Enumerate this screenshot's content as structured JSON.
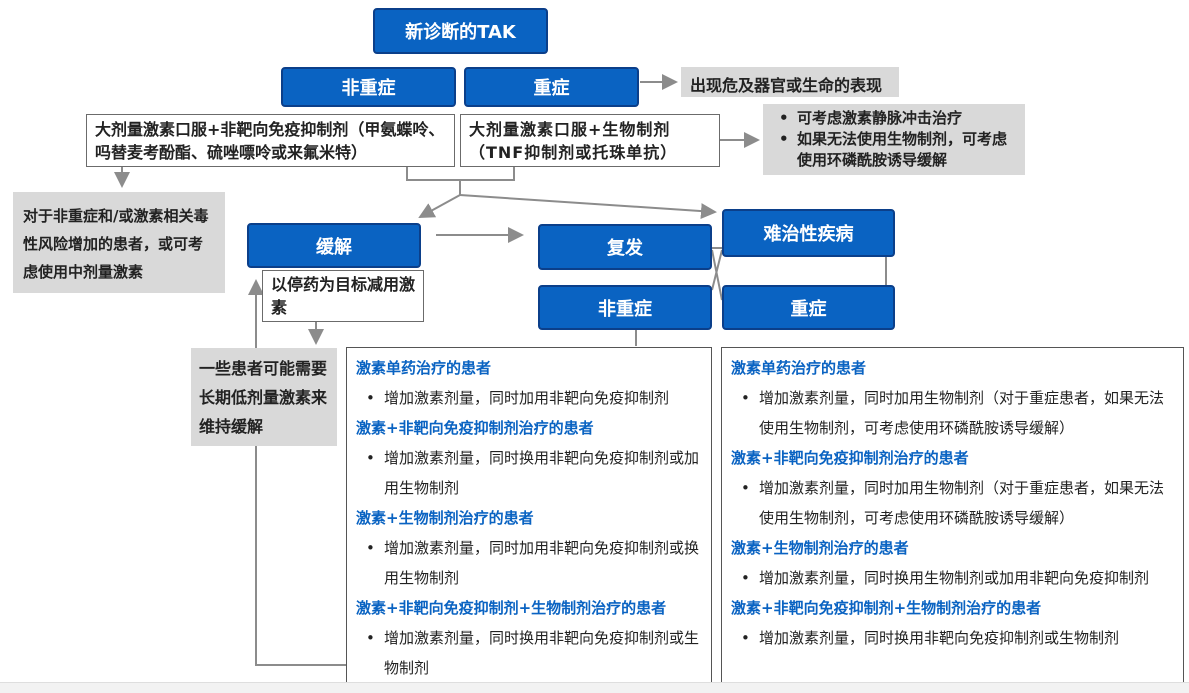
{
  "nodes": {
    "new_tak": "新诊断的TAK",
    "nonsevere": "非重症",
    "severe": "重症",
    "severe_note": "出现危及器官或生命的表现",
    "nonsevere_tx": "大剂量激素口服+非靶向免疫抑制剂（甲氨蝶呤、吗替麦考酚酯、硫唑嘌呤或来氟米特）",
    "severe_tx": "大剂量激素口服+生物制剂（TNF抑制剂或托珠单抗）",
    "severe_tx_notes": [
      "可考虑激素静脉冲击治疗",
      "如果无法使用生物制剂，可考虑使用环磷酰胺诱导缓解"
    ],
    "moderate_dose_note": "对于非重症和/或激素相关毒性风险增加的患者，或可考虑使用中剂量激素",
    "remission": "缓解",
    "taper_note": "以停药为目标减用激素",
    "relapse": "复发",
    "refractory": "难治性疾病",
    "relapse_nonsevere": "非重症",
    "relapse_severe": "重症",
    "long_term_note": "一些患者可能需要长期低剂量激素来维持缓解"
  },
  "left_panel": [
    {
      "heading": "激素单药治疗的患者",
      "bullet": "增加激素剂量，同时加用非靶向免疫抑制剂"
    },
    {
      "heading": "激素+非靶向免疫抑制剂治疗的患者",
      "bullet": "增加激素剂量，同时换用非靶向免疫抑制剂或加用生物制剂"
    },
    {
      "heading": "激素+生物制剂治疗的患者",
      "bullet": "增加激素剂量，同时加用非靶向免疫抑制剂或换用生物制剂"
    },
    {
      "heading": "激素+非靶向免疫抑制剂+生物制剂治疗的患者",
      "bullet": "增加激素剂量，同时换用非靶向免疫抑制剂或生物制剂"
    }
  ],
  "right_panel": [
    {
      "heading": "激素单药治疗的患者",
      "bullet": "增加激素剂量，同时加用生物制剂（对于重症患者，如果无法使用生物制剂，可考虑使用环磷酰胺诱导缓解）"
    },
    {
      "heading": "激素+非靶向免疫抑制剂治疗的患者",
      "bullet": "增加激素剂量，同时加用生物制剂（对于重症患者，如果无法使用生物制剂，可考虑使用环磷酰胺诱导缓解）"
    },
    {
      "heading": "激素+生物制剂治疗的患者",
      "bullet": "增加激素剂量，同时换用生物制剂或加用非靶向免疫抑制剂"
    },
    {
      "heading": "激素+非靶向免疫抑制剂+生物制剂治疗的患者",
      "bullet": "增加激素剂量，同时换用非靶向免疫抑制剂或生物制剂"
    }
  ],
  "colors": {
    "box_blue": "#0a63c2",
    "box_border": "#0b3f8a",
    "heading_blue": "#0a63c2",
    "note_gray": "#d9d9d9",
    "arrow_gray": "#8c8c8c"
  }
}
